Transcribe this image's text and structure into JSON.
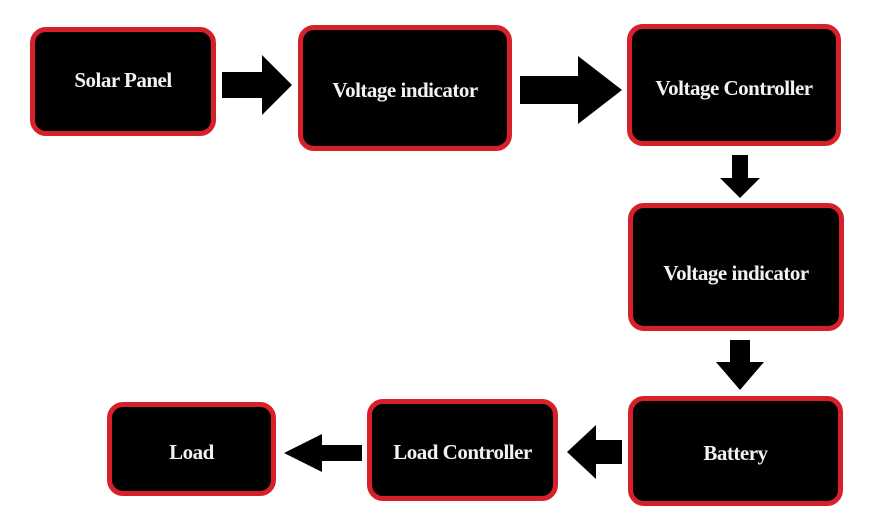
{
  "diagram": {
    "title": "Solar power system block diagram",
    "nodes": [
      {
        "id": "solar_panel",
        "label": "Solar Panel"
      },
      {
        "id": "voltage_indicator_1",
        "label": "Voltage indicator"
      },
      {
        "id": "voltage_controller",
        "label": "Voltage Controller"
      },
      {
        "id": "voltage_indicator_2",
        "label": "Voltage indicator"
      },
      {
        "id": "battery",
        "label": "Battery"
      },
      {
        "id": "load_controller",
        "label": "Load Controller"
      },
      {
        "id": "load",
        "label": "Load"
      }
    ],
    "edges": [
      {
        "from": "solar_panel",
        "to": "voltage_indicator_1"
      },
      {
        "from": "voltage_indicator_1",
        "to": "voltage_controller"
      },
      {
        "from": "voltage_controller",
        "to": "voltage_indicator_2"
      },
      {
        "from": "voltage_indicator_2",
        "to": "battery"
      },
      {
        "from": "battery",
        "to": "load_controller"
      },
      {
        "from": "load_controller",
        "to": "load"
      }
    ],
    "colors": {
      "box_fill": "#000000",
      "box_border": "#d8202a",
      "text": "#f2f2f2",
      "arrow": "#000000"
    }
  }
}
